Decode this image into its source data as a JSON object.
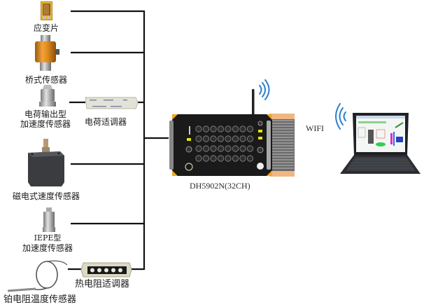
{
  "diagram": {
    "title": "DH5902N wireless data acquisition system connection diagram",
    "sensors": [
      {
        "id": "strain-gauge",
        "label": "应变片"
      },
      {
        "id": "bridge-sensor",
        "label": "桥式传感器"
      },
      {
        "id": "charge-accelerometer",
        "label_line1": "电荷输出型",
        "label_line2": "加速度传感器"
      },
      {
        "id": "magnetoelectric-velocity-sensor",
        "label": "磁电式速度传感器"
      },
      {
        "id": "iepe-accelerometer",
        "label_line1": "IEPE型",
        "label_line2": "加速度传感器"
      },
      {
        "id": "platinum-rtd-sensor",
        "label": "铂电阻温度传感器"
      }
    ],
    "conditioners": [
      {
        "id": "charge-conditioner",
        "label": "电荷适调器"
      },
      {
        "id": "rtd-conditioner",
        "label": "热电阻适调器"
      }
    ],
    "device": {
      "label": "DH5902N(32CH)"
    },
    "link": {
      "label": "WIFI"
    },
    "colors": {
      "wire": "#111111",
      "wifi": "#2a7fc9",
      "device_accent": "#f2a81d",
      "device_body": "#1c1c1c"
    }
  }
}
